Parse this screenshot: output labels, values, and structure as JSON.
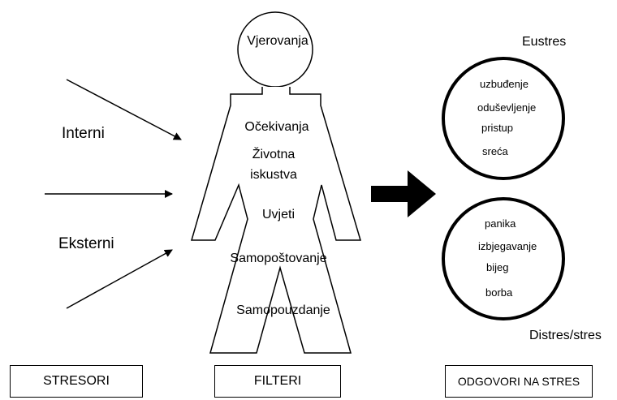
{
  "stressors": {
    "internal": "Interni",
    "external": "Eksterni"
  },
  "filters": {
    "head": "Vjerovanja",
    "items": [
      "Očekivanja",
      "Životna",
      "iskustva",
      "Uvjeti",
      "Samopoštovanje",
      "Samopouzdanje"
    ]
  },
  "responses": {
    "eustress": {
      "title": "Eustres",
      "items": [
        "uzbuđenje",
        "oduševljenje",
        "pristup",
        "sreća"
      ]
    },
    "distress": {
      "title": "Distres/stres",
      "items": [
        "panika",
        "izbjegavanje",
        "bijeg",
        "borba"
      ]
    }
  },
  "boxes": {
    "stressors": "STRESORI",
    "filters": "FILTERI",
    "responses": "ODGOVORI NA STRES"
  }
}
